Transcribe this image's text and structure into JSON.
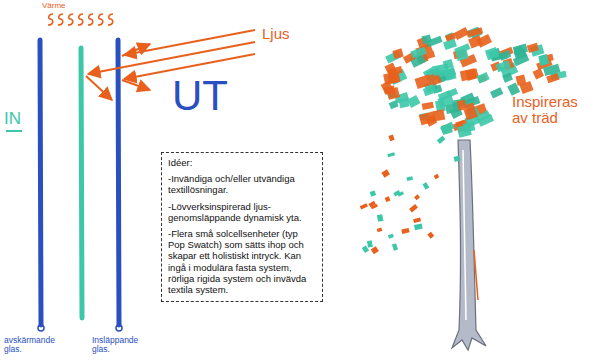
{
  "diagram": {
    "nodes": [
      {
        "text": [
          "Idéer:",
          "-Invändiga och/eller utvändiga textillösningar.",
          "-Lövverksinspirerad ljus-genomsläppande dynamisk yta.",
          "-Flera små solcellsenheter (typ Pop Swatch) som sätts ihop och skapar ett holistiskt intryck. Kan ingå i modulära fasta system, rörliga rigida system och invävda textila system."
        ]
      }
    ],
    "edges": [],
    "labels": [
      "Värme",
      "Ljus",
      "UT",
      "IN",
      "avskärmande glas.",
      "Insläppande glas.",
      "Inspireras av träd"
    ]
  }
}
